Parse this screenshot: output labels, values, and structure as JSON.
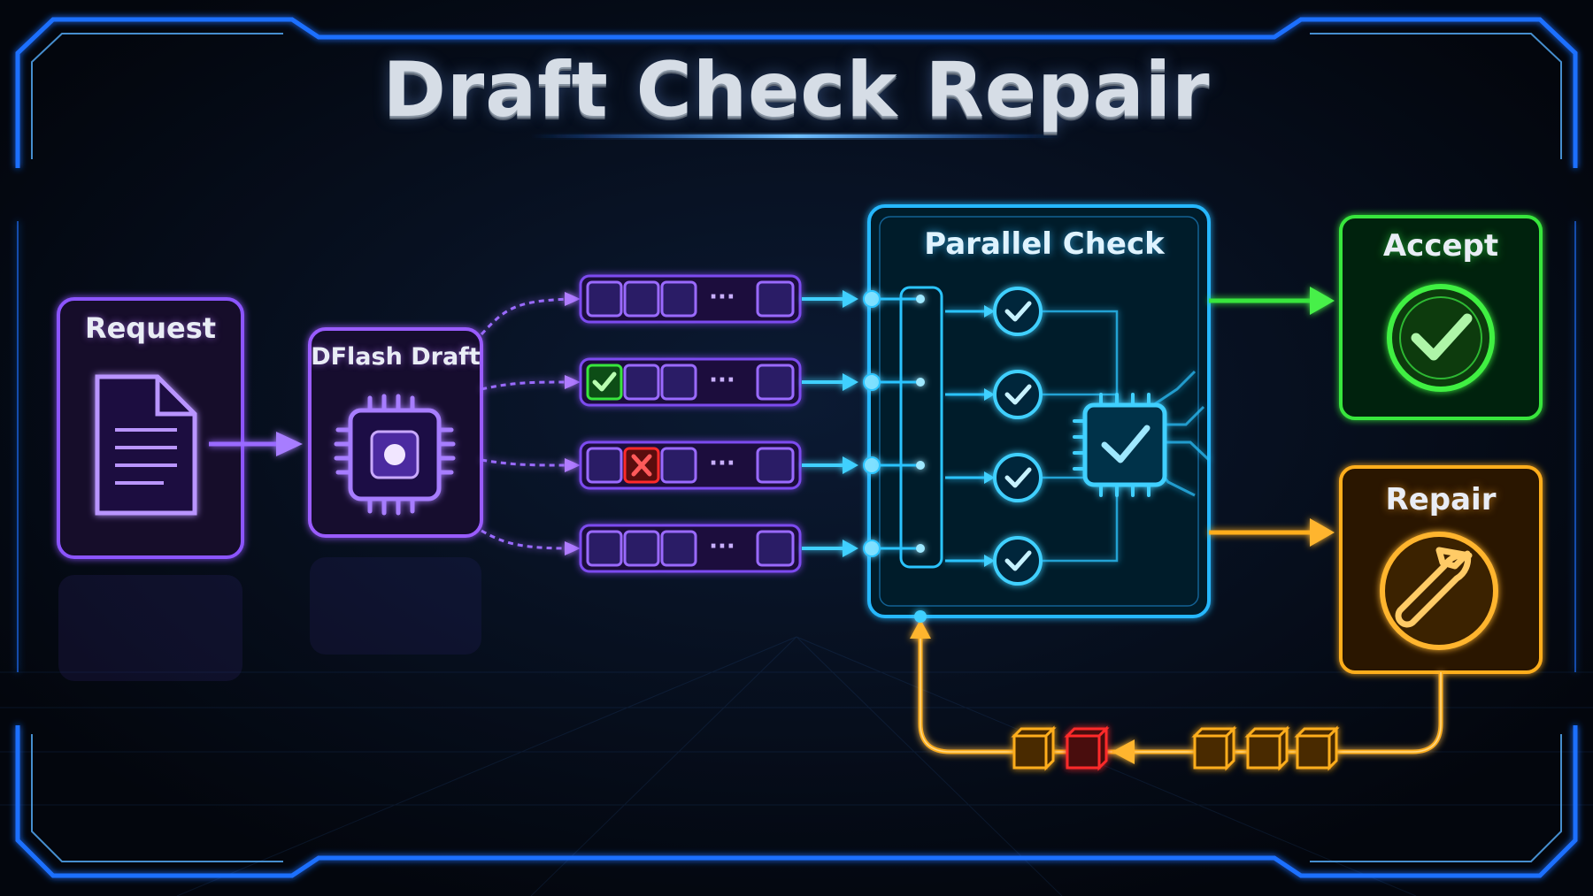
{
  "title": "Draft Check Repair",
  "nodes": {
    "request": "Request",
    "dflash_draft": "DFlash Draft",
    "parallel_check": "Parallel Check",
    "accept": "Accept",
    "repair": "Repair"
  },
  "draft_rows": [
    {
      "first_token": "empty"
    },
    {
      "first_token": "accepted"
    },
    {
      "second_token": "rejected"
    },
    {
      "first_token": "empty"
    }
  ],
  "ellipsis": "···",
  "colors": {
    "background": "#03060d",
    "frame": "#1f6fff",
    "draft": "#9a5cff",
    "check": "#2bc4ff",
    "accept": "#39e63c",
    "repair": "#ffae1e",
    "reject": "#ff2a2a"
  },
  "icons": {
    "request": "document-icon",
    "dflash_draft": "chip-icon",
    "parallel_check": "chip-check-icon",
    "accept": "check-circle-icon",
    "repair": "wrench-icon"
  }
}
